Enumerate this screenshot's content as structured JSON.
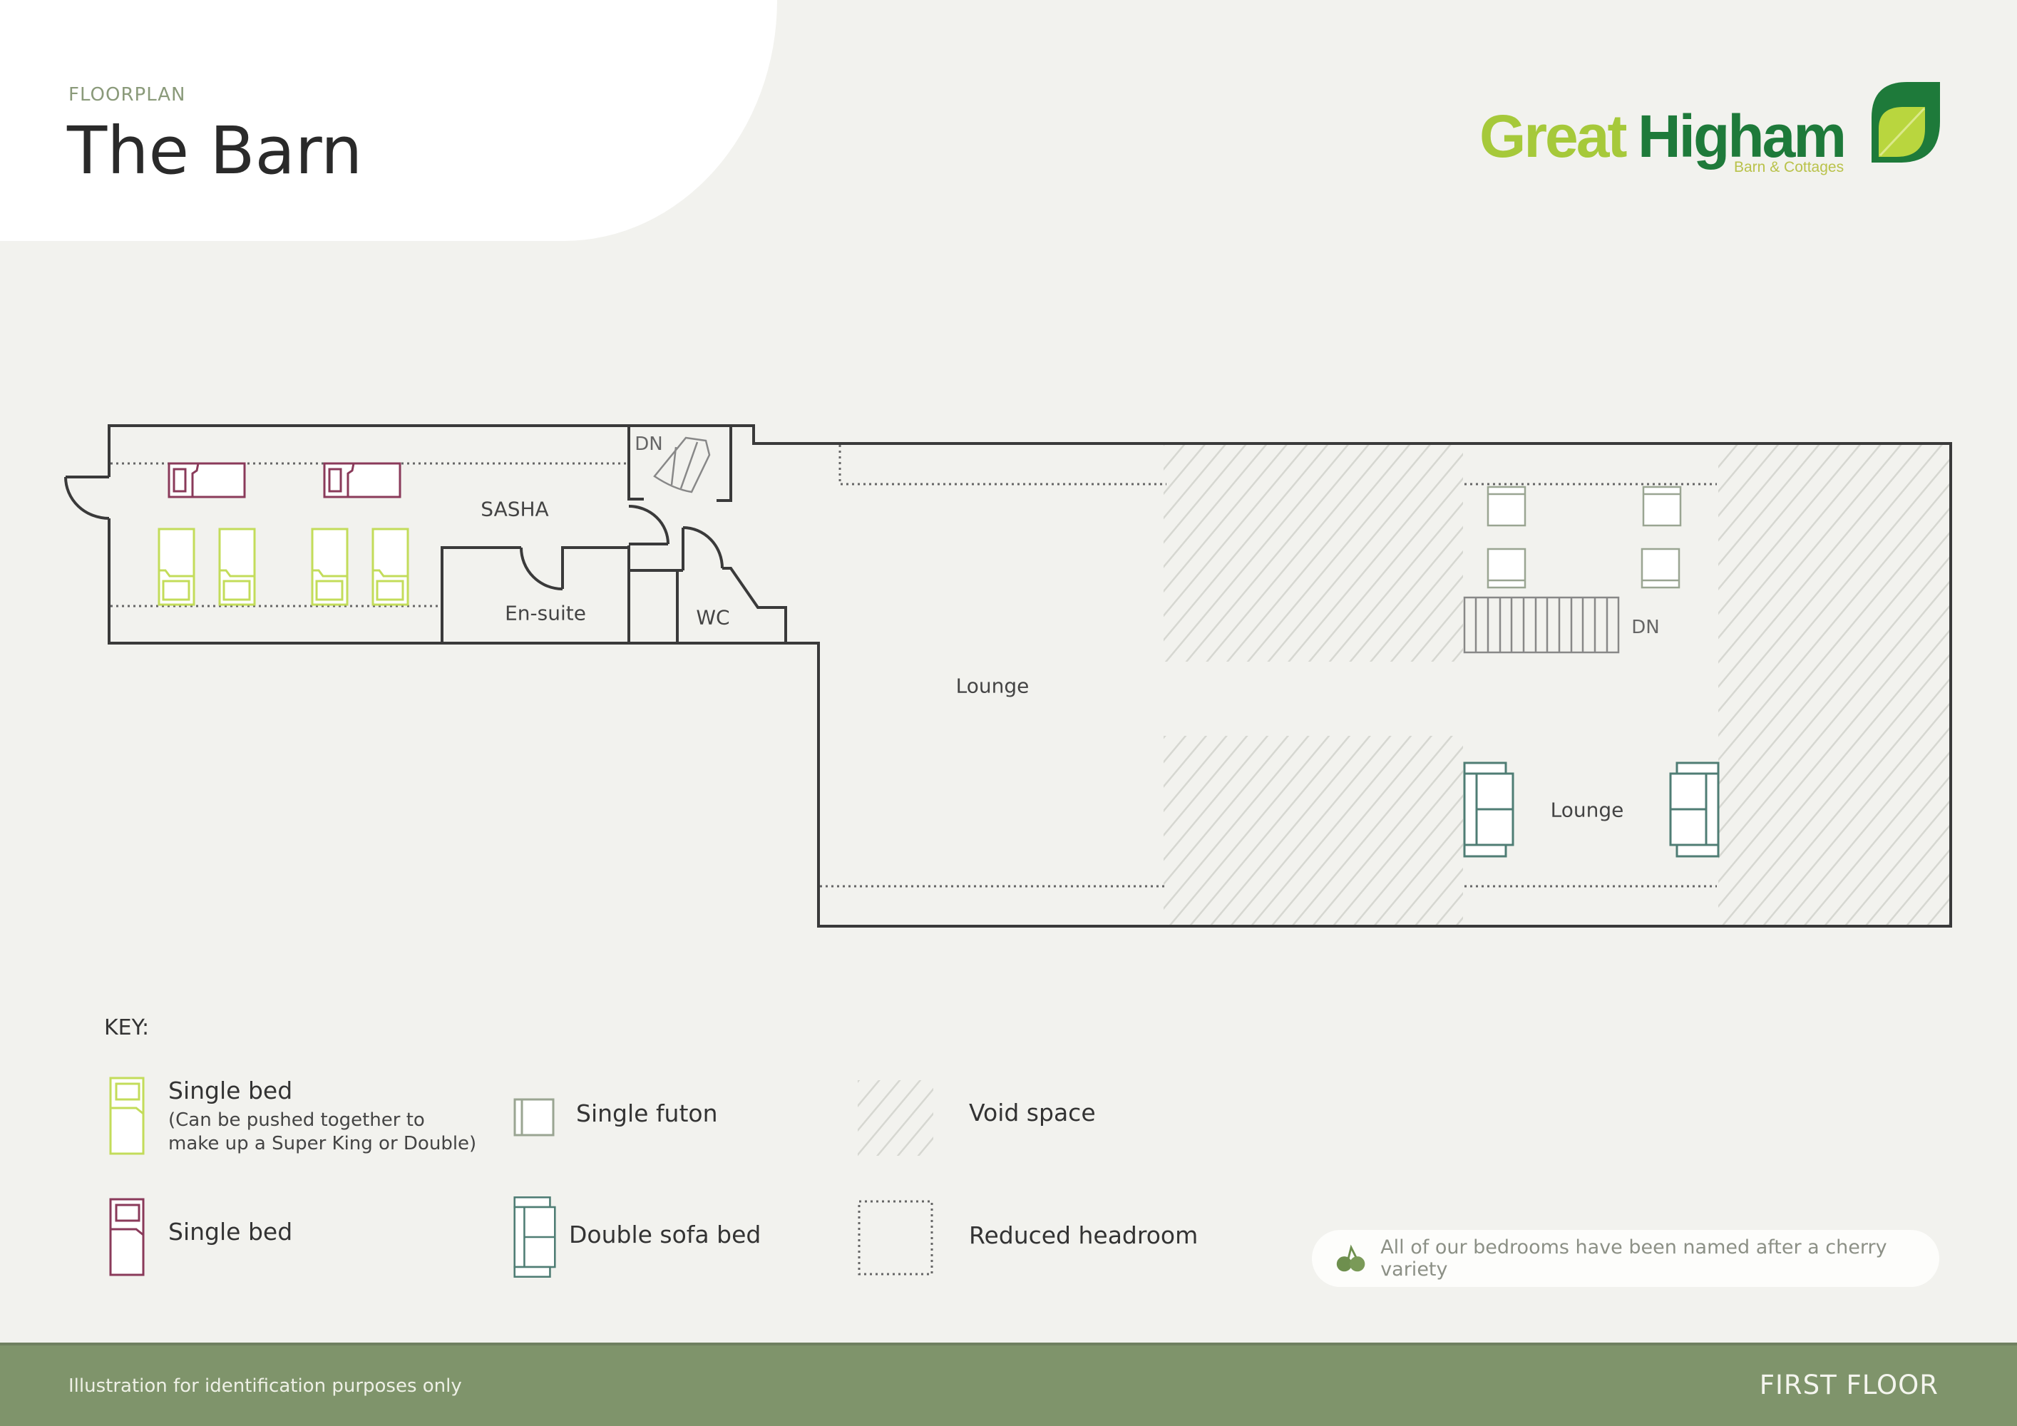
{
  "header": {
    "eyebrow": "FLOORPLAN",
    "title": "The Barn"
  },
  "logo": {
    "word1": "Great",
    "word2": "Higham",
    "subtitle": "Barn & Cottages",
    "icon": "leaf-icon",
    "colors": {
      "light_green": "#a6c93a",
      "dark_green": "#1e7a3a"
    }
  },
  "floorplan": {
    "rooms": [
      {
        "name": "SASHA",
        "type": "bedroom"
      },
      {
        "name": "En-suite",
        "type": "bathroom"
      },
      {
        "name": "WC",
        "type": "toilet"
      },
      {
        "name": "Lounge",
        "type": "lounge"
      },
      {
        "name": "Lounge",
        "type": "lounge"
      }
    ],
    "stair_labels": [
      "DN",
      "DN"
    ],
    "furniture": {
      "single_beds_green": 4,
      "single_beds_pink": 2,
      "single_futons": 4,
      "double_sofa_beds": 2
    },
    "colors": {
      "wall": "#3a3a3a",
      "green_bed": "#c3dc5a",
      "pink_bed": "#8a3a5a",
      "futon": "#9aa592",
      "sofa": "#4f7d74",
      "hatch": "#d8d9d3"
    }
  },
  "key": {
    "title": "KEY:",
    "items": [
      {
        "icon": "single-bed-green-icon",
        "label": "Single bed",
        "note_line1": "(Can be pushed together to",
        "note_line2": "make up a Super King or Double)"
      },
      {
        "icon": "single-bed-pink-icon",
        "label": "Single bed"
      },
      {
        "icon": "single-futon-icon",
        "label": "Single futon"
      },
      {
        "icon": "double-sofa-bed-icon",
        "label": "Double sofa bed"
      },
      {
        "icon": "void-space-icon",
        "label": "Void space"
      },
      {
        "icon": "reduced-headroom-icon",
        "label": "Reduced headroom"
      }
    ]
  },
  "note": {
    "icon": "cherry-icon",
    "text": "All of our bedrooms have been named after a cherry variety"
  },
  "footer": {
    "disclaimer": "Illustration for identification purposes only",
    "floor": "FIRST FLOOR",
    "color": "#7f946b"
  }
}
